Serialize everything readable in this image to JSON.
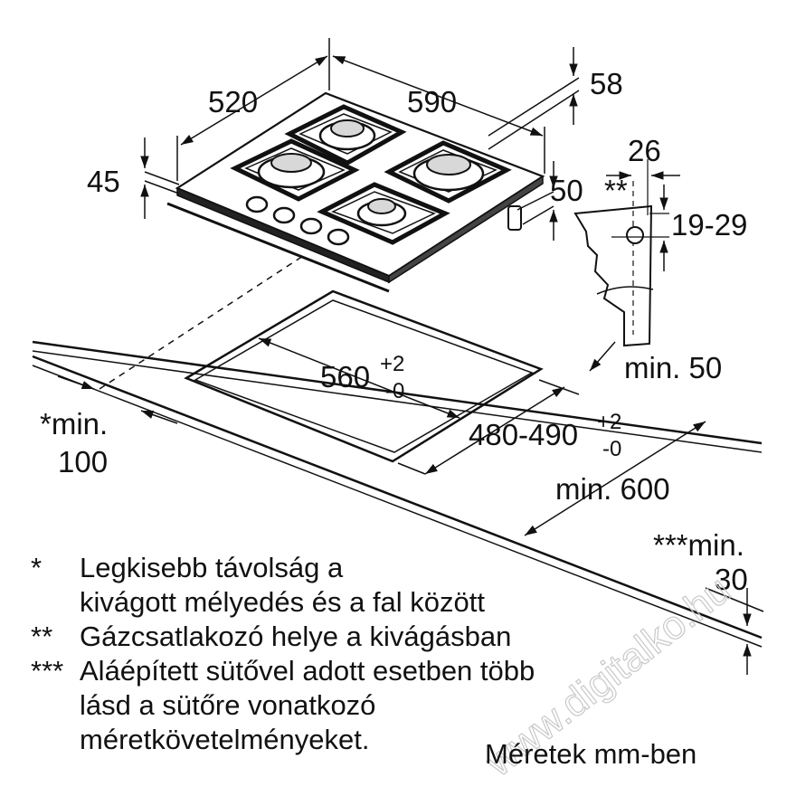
{
  "dimensions": {
    "d520": "520",
    "d590": "590",
    "d58": "58",
    "d45": "45",
    "d50": "50",
    "d26": "26",
    "d19_29": "19-29",
    "dstar2": "**",
    "d560": "560",
    "d560_tol_plus": "+2",
    "d560_tol_minus": "-0",
    "d480_490": "480-490",
    "d480_tol_plus": "+2",
    "d480_tol_minus": "-0",
    "min50": "min. 50",
    "min600": "min. 600",
    "min100_a": "*min.",
    "min100_b": "100",
    "min30_a": "***min.",
    "min30_b": "30"
  },
  "notes": {
    "n1_mark": "*",
    "n1_line1": "Legkisebb távolság a",
    "n1_line2": "kivágott mélyedés és a fal között",
    "n2_mark": "**",
    "n2_line1": "Gázcsatlakozó helye a kivágásban",
    "n3_mark": "***",
    "n3_line1": "Aláépített sütővel adott esetben több",
    "n3_line2": "lásd a sütőre vonatkozó",
    "n3_line3": "méretkövetelményeket.",
    "units": "Méretek mm-ben"
  },
  "watermark": "www.digitalko.hu"
}
